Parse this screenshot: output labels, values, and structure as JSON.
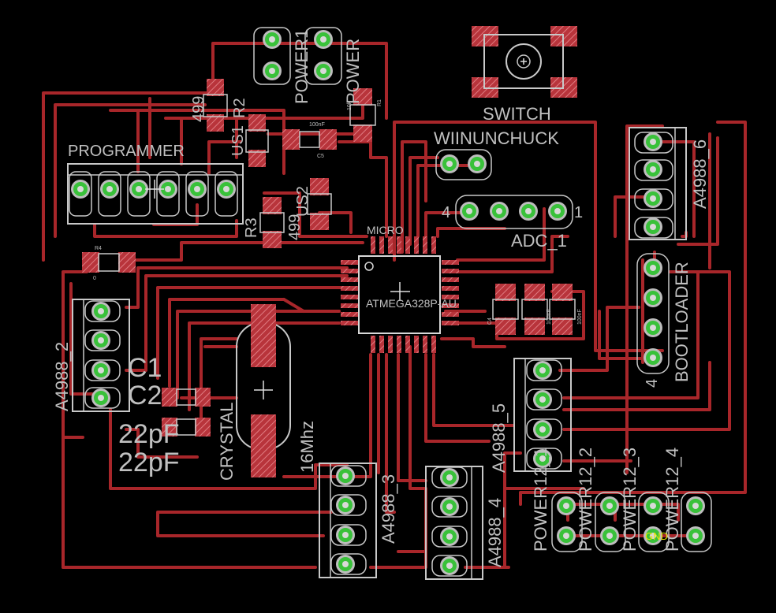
{
  "colors": {
    "background": "#000000",
    "trace": "#a8262a",
    "pad_green": "#39c13a",
    "pad_ring": "#bdbdbd",
    "silkscreen": "#c0c0c0",
    "smd_pad": "#c2464c",
    "gnd_text": "#e6e600"
  },
  "labels": {
    "power1": "POWER1",
    "power": "POWER",
    "switch": "SWITCH",
    "wiinunchuck": "WIINUNCHUCK",
    "programmer": "PROGRAMMER",
    "a4988_6": "A4988_6",
    "adc1": "ADC_1",
    "adc_pin4": "4",
    "adc_pin1": "1",
    "bootloader": "BOOTLOADER",
    "bootloader_pin4": "4",
    "micro": "MICRO",
    "atmega": "ATMEGA328P-AU",
    "a4988_2": "A4988_2",
    "c1": "C1",
    "c2": "C2",
    "c1_value": "22pF",
    "c2_value": "22pF",
    "crystal": "CRYSTAL",
    "crystal_freq": "16Mhz",
    "a4988_3": "A4988_3",
    "a4988_4": "A4988_4",
    "a4988_5": "A4988_5",
    "power12_1": "POWER12_1",
    "power12_2": "POWER12_2",
    "power12_3": "POWER12_3",
    "power12_4": "POWER12_4",
    "r2_value": "499",
    "r2": "R2",
    "us1": "US1",
    "us2": "US2",
    "r3": "R3",
    "r3_value": "499",
    "c5_value": "100nF",
    "c5": "C5",
    "r1_value": "10k",
    "r1": "R1",
    "r4": "R4",
    "r4_value": "0",
    "cap_c4": "C4",
    "cap_c3_value": "100nF",
    "cap_c6_value": "100nF",
    "gnd_text": "GND"
  }
}
